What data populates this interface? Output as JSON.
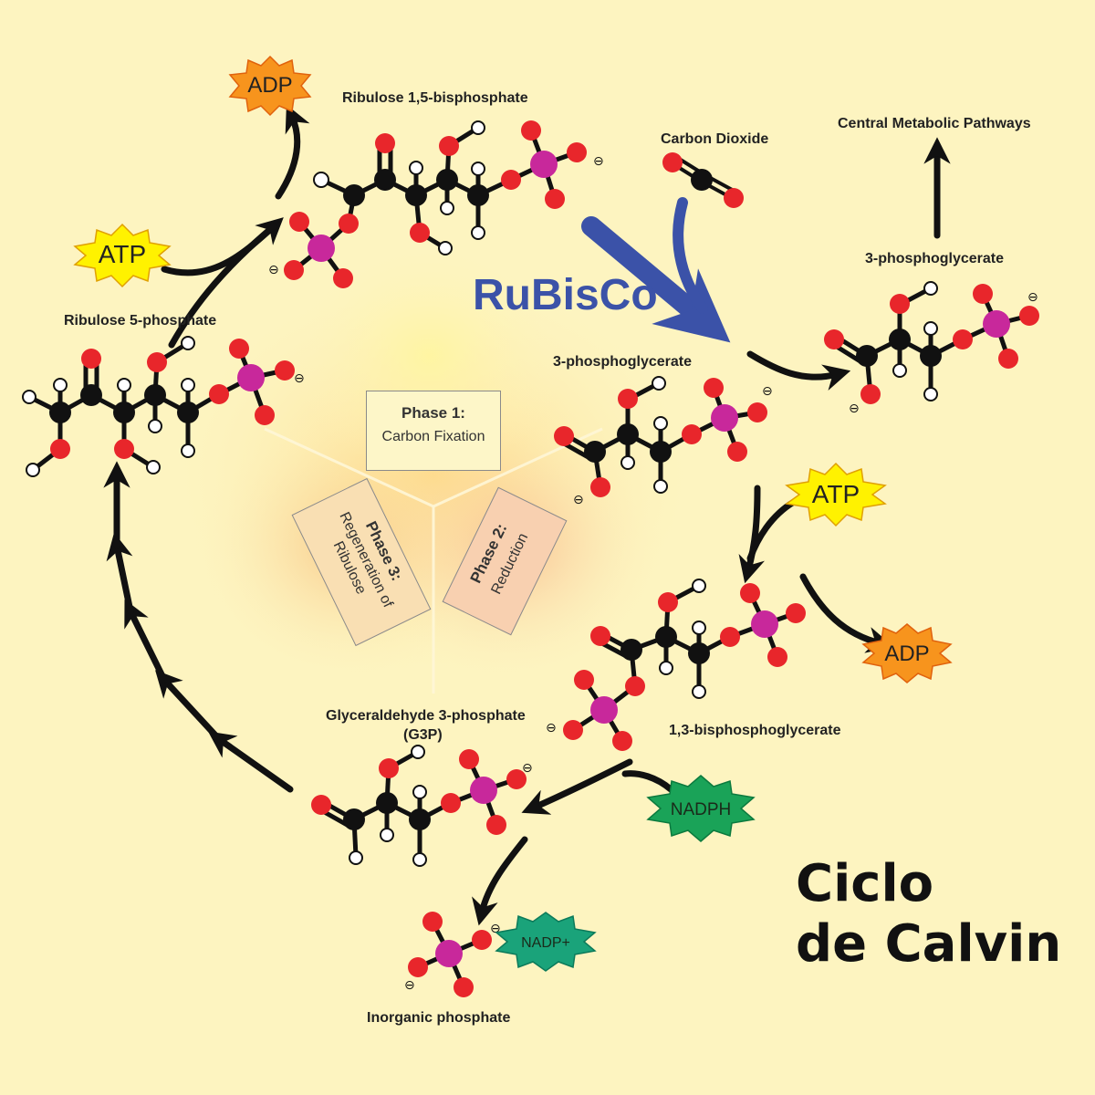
{
  "title": {
    "line1": "Ciclo",
    "line2": "de Calvin"
  },
  "enzyme": "RuBisCo",
  "molecules": {
    "rubp": "Ribulose 1,5-bisphosphate",
    "r5p": "Ribulose 5-phosphate",
    "co2": "Carbon Dioxide",
    "pga_main": "3-phosphoglycerate",
    "pga_export": "3-phosphoglycerate",
    "bpg": "1,3-bisphosphoglycerate",
    "g3p_line1": "Glyceraldehyde 3-phosphate",
    "g3p_line2": "(G3P)",
    "pi": "Inorganic phosphate",
    "central": "Central Metabolic Pathways"
  },
  "cofactors": {
    "atp": "ATP",
    "adp": "ADP",
    "nadph": "NADPH",
    "nadp": "NADP+"
  },
  "phases": {
    "p1": {
      "name": "Phase 1:",
      "desc": "Carbon Fixation"
    },
    "p2": {
      "name": "Phase 2:",
      "desc": "Reduction"
    },
    "p3": {
      "name": "Phase 3:",
      "desc1": "Regeneration of",
      "desc2": "Ribulose"
    }
  },
  "charge_symbol": "⊖",
  "colors": {
    "background": "#fdf4c0",
    "carbon": "#111111",
    "oxygen": "#e8262b",
    "hydrogen": "#ffffff",
    "phosphorus": "#c8289b",
    "atp_star": "#fff200",
    "adp_star": "#f7941d",
    "nadph_star": "#1aa358",
    "enzyme": "#3b52a8"
  }
}
